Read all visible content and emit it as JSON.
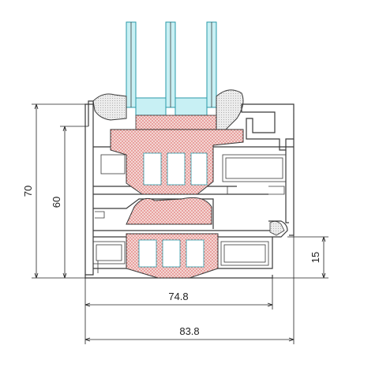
{
  "drawing": {
    "dimensions": {
      "overall_height": "70",
      "sash_height": "60",
      "right_step": "15",
      "frame_width": "74.8",
      "overall_width": "83.8"
    }
  },
  "colors": {
    "glass": "#c8f0f4",
    "glass_edge": "#2a9aa8",
    "insulation_fill": "#f2d2d0",
    "insulation_dots": "#d9534f",
    "gasket_fill": "#e8e8e8",
    "line": "#3a3a3a"
  }
}
